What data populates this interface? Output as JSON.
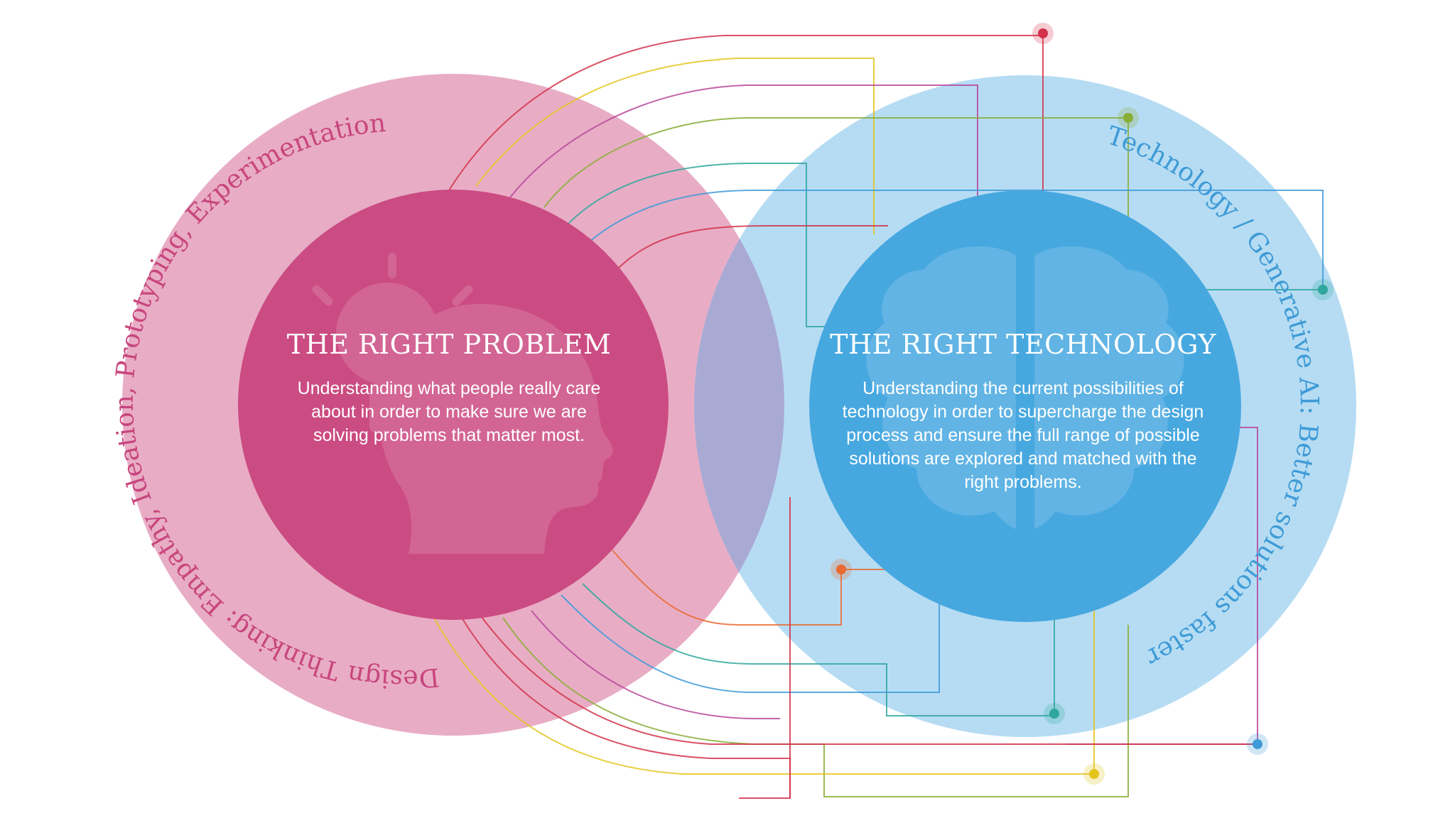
{
  "colors": {
    "pink_outer": "#e8adc5",
    "pink_inner": "#cb4c82",
    "pink_text": "#c8467e",
    "blue_outer": "#b6dcf3",
    "blue_inner": "#47a8e0",
    "blue_text": "#3e9bd6",
    "overlap": "#a9aad3",
    "wire_red": "#d2334a",
    "wire_yellow": "#e3c51d",
    "wire_purple": "#b7479b",
    "wire_green": "#8aad36",
    "wire_teal": "#2fa79c",
    "wire_blue": "#3f9ad8",
    "wire_orange": "#e96b33"
  },
  "left": {
    "heading": "THE RIGHT PROBLEM",
    "body_lines": [
      "Understanding what people really care",
      "about in order to make sure we are",
      "solving problems that matter most."
    ],
    "arc_text": "Design Thinking: Empathy, Ideation, Prototyping, Experimentation",
    "icon": "head-lightbulb-icon"
  },
  "right": {
    "heading": "THE RIGHT TECHNOLOGY",
    "body_lines": [
      "Understanding the current possibilities of",
      "technology in order to supercharge the design",
      "process and ensure the full range of possible",
      "solutions are explored and matched with the",
      "right problems."
    ],
    "arc_text": "Technology / Generative AI: Better solutions faster",
    "icon": "brain-icon"
  }
}
